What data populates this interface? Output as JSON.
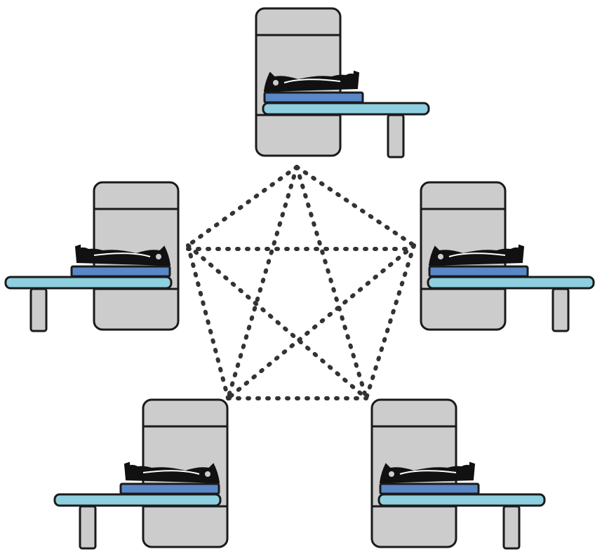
{
  "diagram": {
    "description_visible_text": "",
    "node_count": 5,
    "nodes": [
      {
        "id": "top",
        "icon": "scanner-with-patient-icon",
        "table_side": "right"
      },
      {
        "id": "left",
        "icon": "scanner-with-patient-icon",
        "table_side": "left"
      },
      {
        "id": "right",
        "icon": "scanner-with-patient-icon",
        "table_side": "right"
      },
      {
        "id": "bottom-left",
        "icon": "scanner-with-patient-icon",
        "table_side": "left"
      },
      {
        "id": "bottom-right",
        "icon": "scanner-with-patient-icon",
        "table_side": "right"
      }
    ],
    "connections": "full-mesh-dotted",
    "colors": {
      "gantry_fill": "#cccccc",
      "gantry_stroke": "#1a1a1a",
      "table_light_blue": "#8ecfe0",
      "pad_blue": "#5a88c6",
      "patient_black": "#111111",
      "link_dots": "#333333",
      "background": "#ffffff"
    }
  }
}
